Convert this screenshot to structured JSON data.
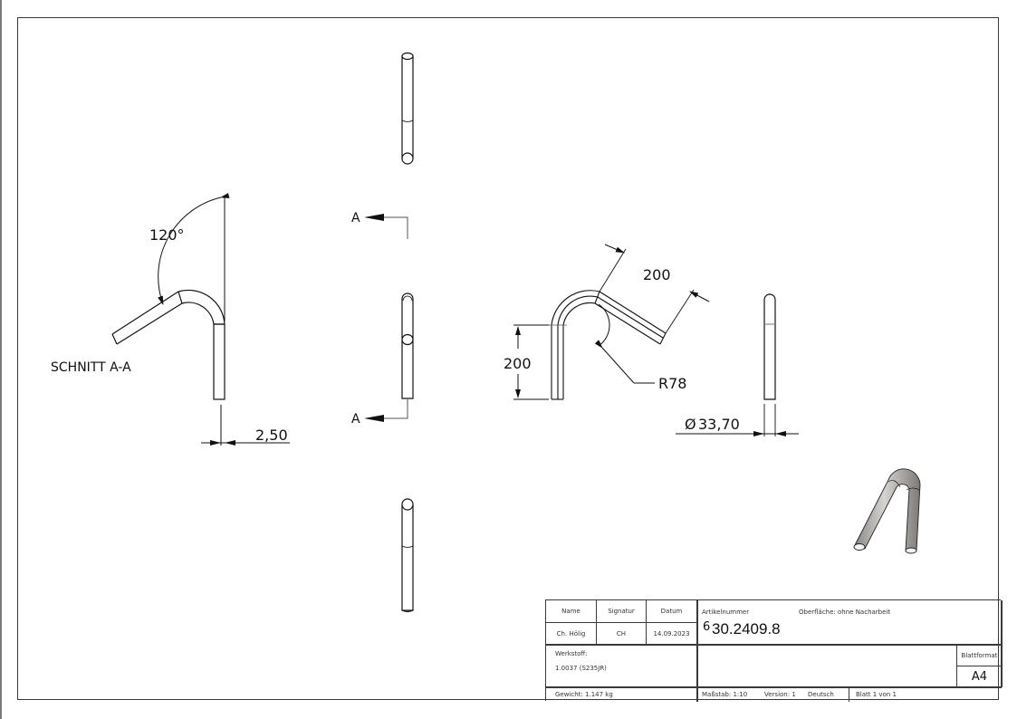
{
  "drawing": {
    "section_label": "SCHNITT A-A",
    "section_marker": "A",
    "angle_dim": "120°",
    "wall_thickness_dim": "2,50",
    "length_dim_vertical": "200",
    "length_dim_angled": "200",
    "radius_dim": "R78",
    "diameter_dim": "33,70",
    "diameter_symbol": "Ø"
  },
  "title_block": {
    "headers": {
      "name": "Name",
      "signatur": "Signatur",
      "datum": "Datum"
    },
    "values": {
      "name": "Ch. Hölig",
      "signatur": "CH",
      "datum": "14.09.2023"
    },
    "artikelnummer_label": "Artikelnummer",
    "artikelnummer_prefix": "6",
    "artikelnummer": "30.2409.8",
    "oberflaeche": "Oberfläche:  ohne Nacharbeit",
    "werkstoff_label": "Werkstoff:",
    "werkstoff_value": "1.0037 (S235JR)",
    "blattformat_label": "Blattformat",
    "blattformat_value": "A4",
    "gewicht": "Gewicht: 1.147 kg",
    "massstab": "Maßstab: 1:10",
    "version": "Version: 1",
    "sprache": "Deutsch",
    "blatt": "Blatt 1 von 1"
  }
}
